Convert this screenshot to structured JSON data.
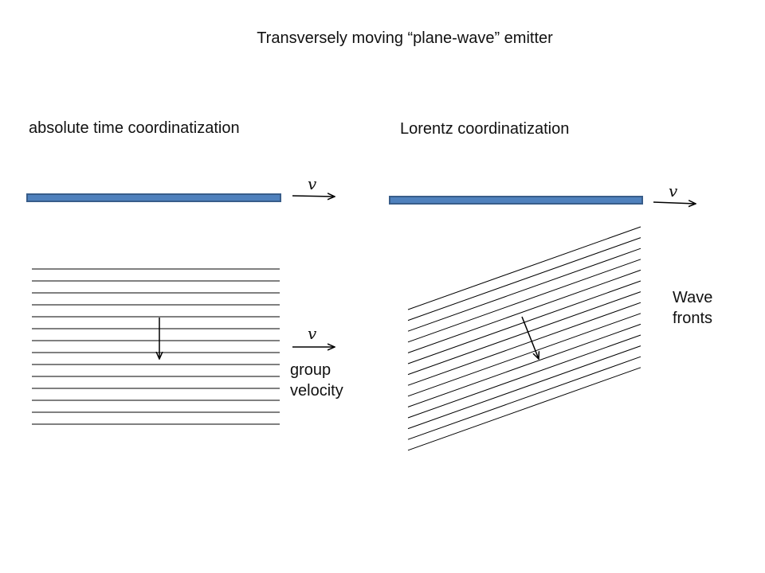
{
  "title": "Transversely moving “plane-wave” emitter",
  "left_panel": {
    "heading": "absolute time coordinatization",
    "velocity_symbol": "v",
    "group_velocity_symbol": "v",
    "group_velocity_label_line1": "group",
    "group_velocity_label_line2": "velocity"
  },
  "right_panel": {
    "heading": "Lorentz coordinatization",
    "velocity_symbol": "v",
    "wave_label_line1": "Wave",
    "wave_label_line2": "fronts"
  },
  "colors": {
    "emitter_fill": "#4f81bd",
    "emitter_stroke": "#385d8a",
    "line": "#000000"
  }
}
